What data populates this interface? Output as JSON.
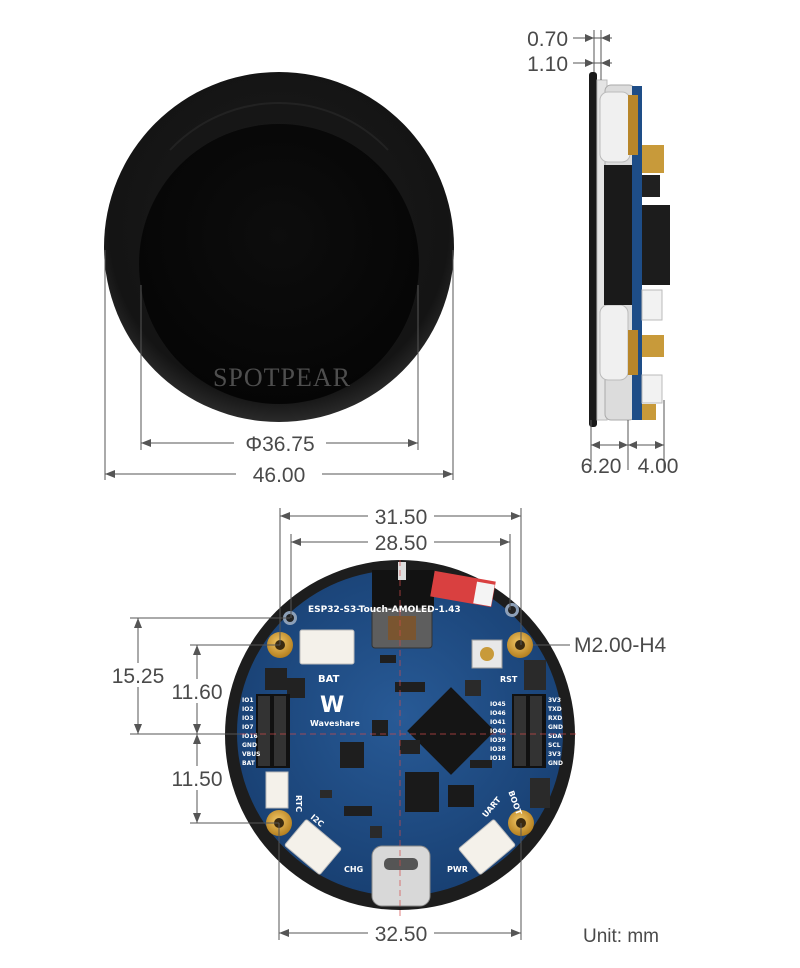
{
  "watermark": "SPOTPEAR",
  "unit_label": "Unit: mm",
  "dimensions": {
    "bezel_thickness": "0.70",
    "glass_thickness": "1.10",
    "display_diameter": "Φ36.75",
    "outer_diameter": "46.00",
    "side_body_depth": "6.20",
    "side_board_depth": "4.00",
    "hole_spacing_outer": "31.50",
    "hole_spacing_inner": "28.50",
    "hole_spec": "M2.00-H4",
    "hole_offset_upper_outer": "15.25",
    "hole_offset_upper_inner": "11.60",
    "hole_offset_lower": "11.50",
    "bottom_hole_spacing": "32.50"
  },
  "board": {
    "name": "ESP32-S3-Touch-AMOLED-1.43",
    "brand": "Waveshare",
    "labels": {
      "bat": "BAT",
      "rtc": "RTC",
      "i2c": "I2C",
      "uart": "UART",
      "boot": "BOOT",
      "rst": "RST",
      "chg": "CHG",
      "pwr": "PWR"
    },
    "left_pins": [
      "IO1",
      "IO2",
      "IO3",
      "IO7",
      "IO16",
      "GND",
      "VBUS",
      "BAT"
    ],
    "right_pins": [
      "3V3",
      "TXD",
      "RXD",
      "GND",
      "SDA",
      "SCL",
      "3V3",
      "GND"
    ],
    "right_io": [
      "IO45",
      "IO46",
      "IO41",
      "IO40",
      "IO39",
      "IO38",
      "IO18"
    ]
  },
  "colors": {
    "pcb": "#1e4d87",
    "bezel": "#151515",
    "dimension_line": "#555555",
    "gold_pad": "#d9a43a"
  }
}
